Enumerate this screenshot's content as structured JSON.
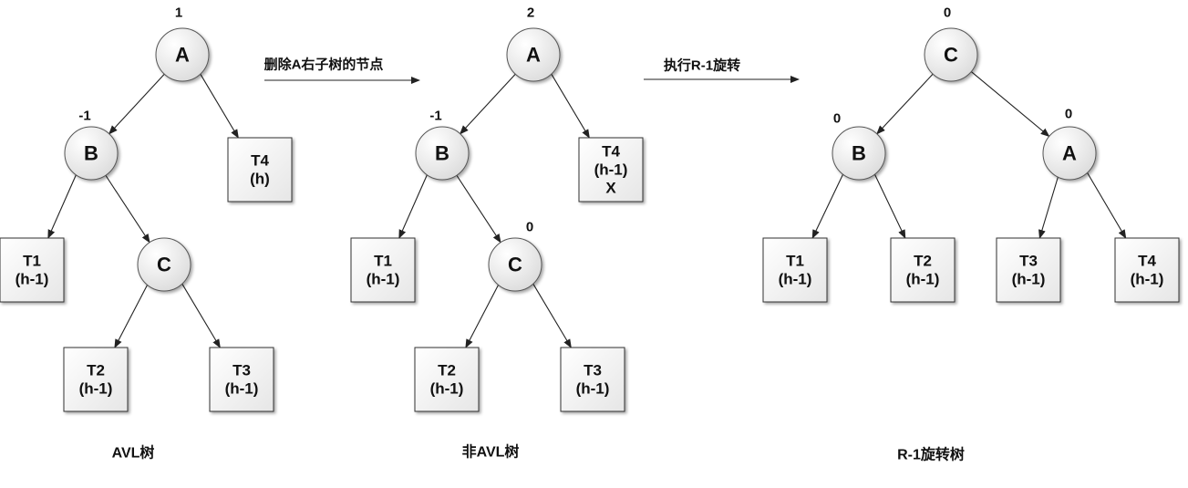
{
  "colors": {
    "node_fill_light": "#ffffff",
    "node_fill_dark": "#dcdcdc",
    "stroke": "#222222",
    "text": "#111111"
  },
  "panels": [
    {
      "caption": "AVL树",
      "nodes": [
        {
          "id": "A",
          "label": "A",
          "balance": "1"
        },
        {
          "id": "B",
          "label": "B",
          "balance": "-1"
        },
        {
          "id": "C",
          "label": "C",
          "balance": ""
        }
      ],
      "subtrees": [
        {
          "id": "T4",
          "lines": [
            "T4",
            "(h)"
          ]
        },
        {
          "id": "T1",
          "lines": [
            "T1",
            "(h-1)"
          ]
        },
        {
          "id": "T2",
          "lines": [
            "T2",
            "(h-1)"
          ]
        },
        {
          "id": "T3",
          "lines": [
            "T3",
            "(h-1)"
          ]
        }
      ]
    },
    {
      "caption": "非AVL树",
      "nodes": [
        {
          "id": "A",
          "label": "A",
          "balance": "2"
        },
        {
          "id": "B",
          "label": "B",
          "balance": "-1"
        },
        {
          "id": "C",
          "label": "C",
          "balance": "0"
        }
      ],
      "subtrees": [
        {
          "id": "T4",
          "lines": [
            "T4",
            "(h-1)",
            "X"
          ]
        },
        {
          "id": "T1",
          "lines": [
            "T1",
            "(h-1)"
          ]
        },
        {
          "id": "T2",
          "lines": [
            "T2",
            "(h-1)"
          ]
        },
        {
          "id": "T3",
          "lines": [
            "T3",
            "(h-1)"
          ]
        }
      ]
    },
    {
      "caption": "R-1旋转树",
      "nodes": [
        {
          "id": "C",
          "label": "C",
          "balance": "0"
        },
        {
          "id": "B",
          "label": "B",
          "balance": "0"
        },
        {
          "id": "A",
          "label": "A",
          "balance": "0"
        }
      ],
      "subtrees": [
        {
          "id": "T1",
          "lines": [
            "T1",
            "(h-1)"
          ]
        },
        {
          "id": "T2",
          "lines": [
            "T2",
            "(h-1)"
          ]
        },
        {
          "id": "T3",
          "lines": [
            "T3",
            "(h-1)"
          ]
        },
        {
          "id": "T4",
          "lines": [
            "T4",
            "(h-1)"
          ]
        }
      ]
    }
  ],
  "operations": [
    {
      "label": "删除A右子树的节点"
    },
    {
      "label": "执行R-1旋转"
    }
  ]
}
